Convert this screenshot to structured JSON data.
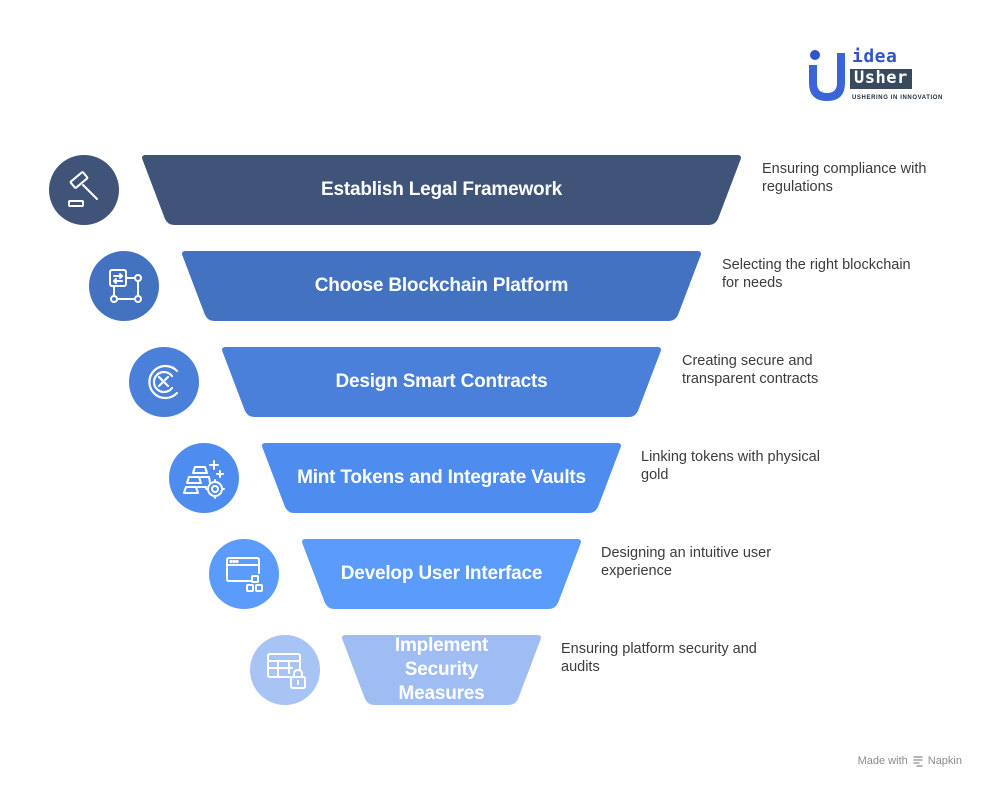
{
  "logo": {
    "line1": "idea",
    "line2": "Usher",
    "tagline": "USHERING IN INNOVATION"
  },
  "funnel": {
    "stages": [
      {
        "label": "Establish Legal Framework",
        "description": "Ensuring compliance with regulations",
        "icon": "gavel-icon",
        "color": "#3f5478"
      },
      {
        "label": "Choose Blockchain Platform",
        "description": "Selecting the right blockchain for needs",
        "icon": "network-diagram-icon",
        "color": "#4272c0"
      },
      {
        "label": "Design Smart Contracts",
        "description": "Creating secure and transparent contracts",
        "icon": "contract-x-icon",
        "color": "#4a80da"
      },
      {
        "label": "Mint Tokens and Integrate Vaults",
        "description": "Linking tokens with physical gold",
        "icon": "gold-bars-icon",
        "color": "#4f8cf0"
      },
      {
        "label": "Develop User Interface",
        "description": "Designing an intuitive user experience",
        "icon": "window-blocks-icon",
        "color": "#5a9bfb"
      },
      {
        "label": "Implement Security Measures",
        "description": "Ensuring platform security and audits",
        "icon": "table-lock-icon",
        "color": "#9fbdf2"
      }
    ]
  },
  "footer": {
    "text": "Made with",
    "brand": "Napkin",
    "icon": "napkin-icon"
  }
}
